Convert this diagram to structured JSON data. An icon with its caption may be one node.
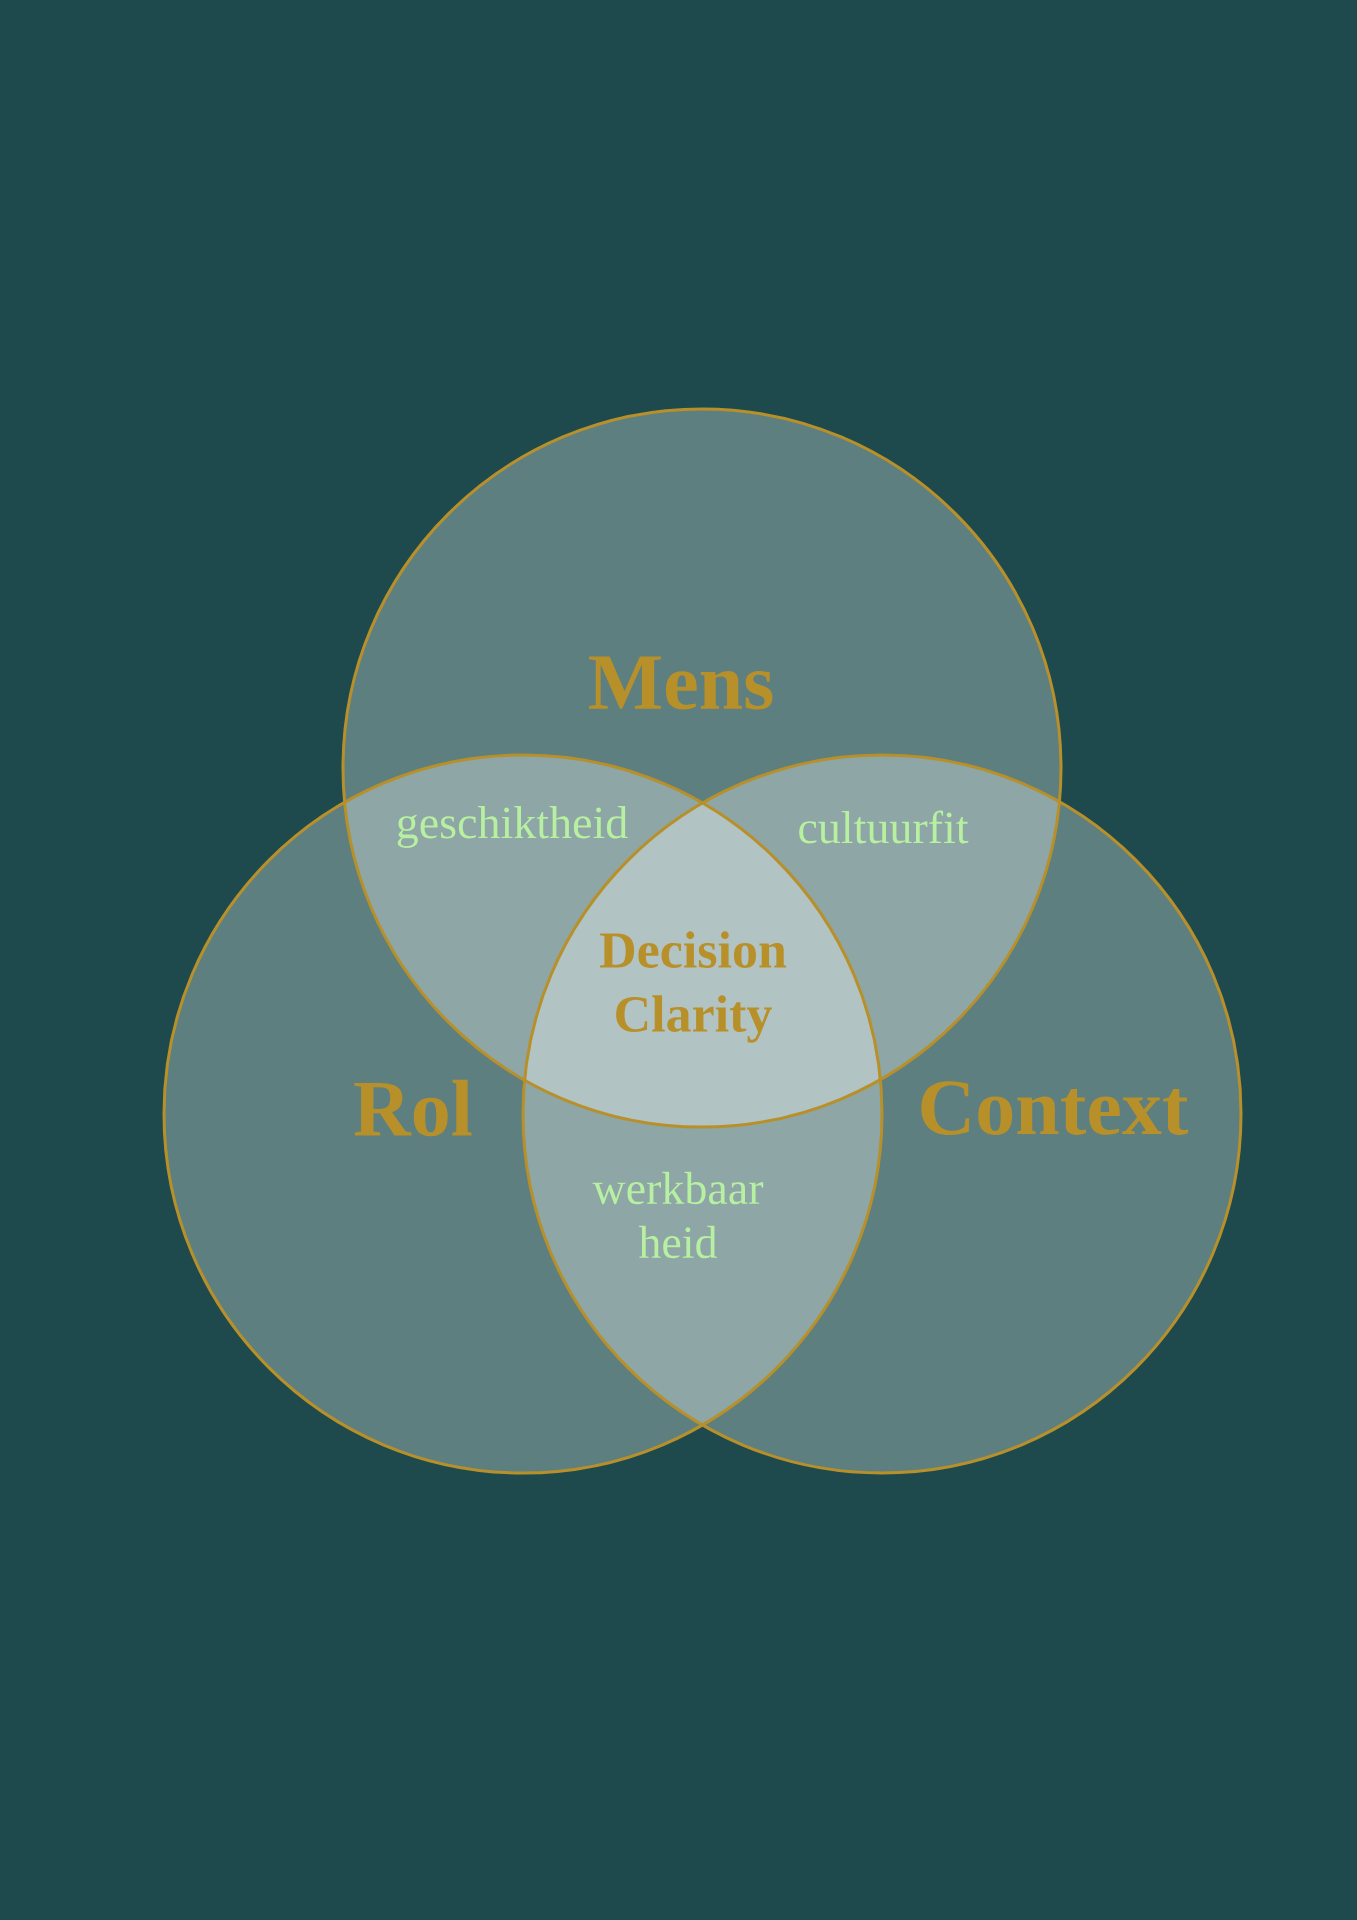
{
  "diagram": {
    "nodes": [
      {
        "text": [
          "Mens"
        ]
      },
      {
        "text": [
          "Rol"
        ]
      },
      {
        "text": [
          "Context"
        ]
      }
    ],
    "labels": [
      "geschiktheid",
      "cultuurfit",
      "Decision Clarity",
      "werkbaar heid"
    ]
  }
}
